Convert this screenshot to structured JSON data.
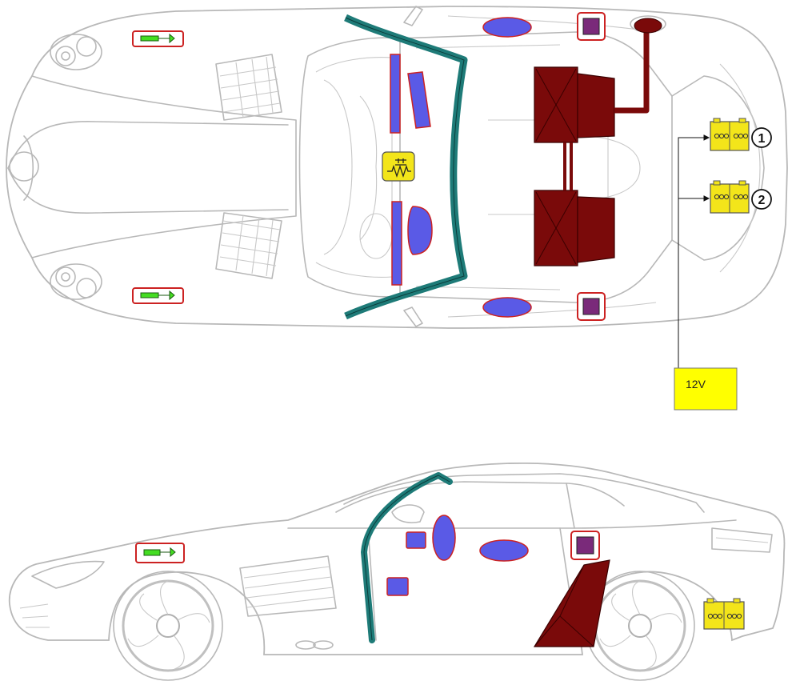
{
  "colors": {
    "body_outline": "#b8b8b8",
    "rollbar": "#1e7b78",
    "seat": "#7a0a0a",
    "airbag": "#5a5ae6",
    "airbag_border": "#cc2222",
    "sensor": "#7a2a7a",
    "pretensioner": "#44dd22",
    "battery": "#f3e51a",
    "label_box": "#ffff00"
  },
  "labels": {
    "voltage": "12V",
    "battery_1": "1",
    "battery_2": "2"
  },
  "icons": {
    "control_unit": "spring-restraint-icon",
    "battery": "battery-icon"
  }
}
